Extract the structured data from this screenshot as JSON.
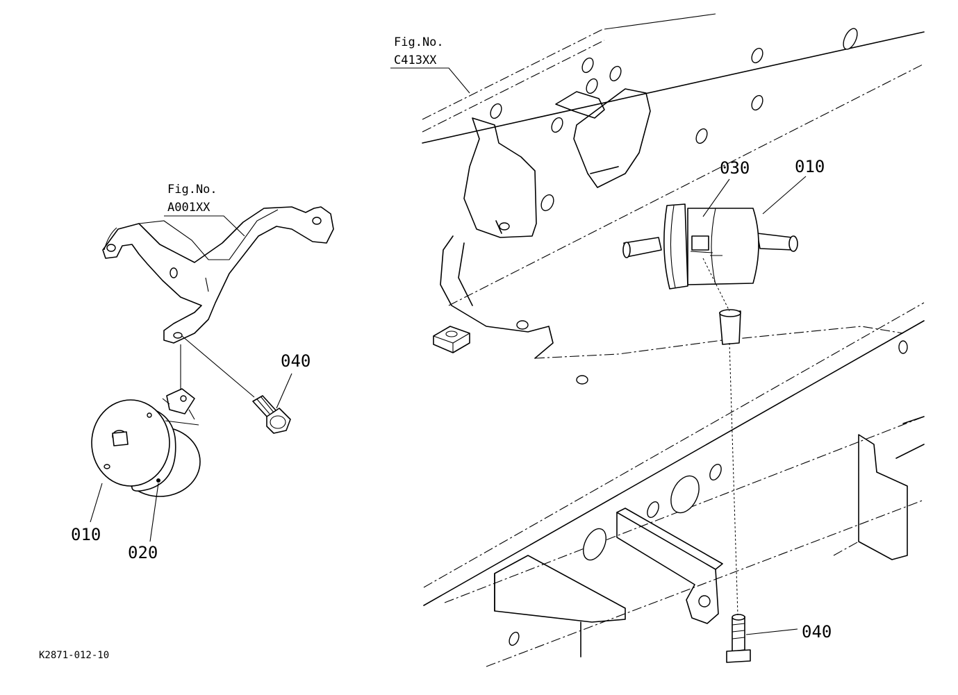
{
  "figure_refs": {
    "left": {
      "line1": "Fig.No.",
      "line2": "A001XX"
    },
    "right": {
      "line1": "Fig.No.",
      "line2": "C413XX"
    }
  },
  "callouts": {
    "left_010": "010",
    "left_020": "020",
    "left_040": "040",
    "right_030": "030",
    "right_010": "010",
    "right_040": "040"
  },
  "drawing_code": "K2871-012-10"
}
